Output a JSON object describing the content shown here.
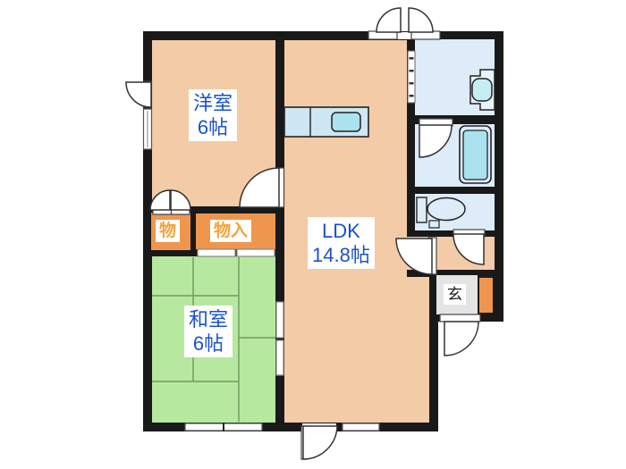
{
  "plan": {
    "type": "apartment-floor-plan",
    "rooms": {
      "western_room": {
        "name": "洋室",
        "size": "6帖"
      },
      "ldk": {
        "name": "LDK",
        "size": "14.8帖"
      },
      "japanese_room": {
        "name": "和室",
        "size": "6帖"
      },
      "storage": {
        "label": "物"
      },
      "closet": {
        "label": "物入"
      },
      "entrance": {
        "label": "玄"
      }
    },
    "fixtures": [
      "kitchen-counter-sink",
      "wash-basin",
      "bathtub",
      "toilet",
      "shoe-cabinet"
    ],
    "features": [
      "hinged-doors",
      "double-entry-doors",
      "sliding-fusuma-doors",
      "closet-sliding-doors",
      "windows",
      "tatami-6-mats",
      "folding-washroom-door"
    ],
    "colors": {
      "wall": "#191919",
      "western_room_floor": "#f3cba7",
      "ldk_floor": "#f3cba7",
      "japanese_room_floor": "#b7e89f",
      "sanitary_floor": "#ddecf8",
      "closet_fill": "#ef964e",
      "entrance_floor": "#e4e4e4",
      "room_label_text": "#1b52c8",
      "closet_label_text": "#f2a33c",
      "entrance_label_text": "#1c1c1c",
      "sink_water": "#abe2ee",
      "tatami_line": "#6d9960"
    }
  }
}
